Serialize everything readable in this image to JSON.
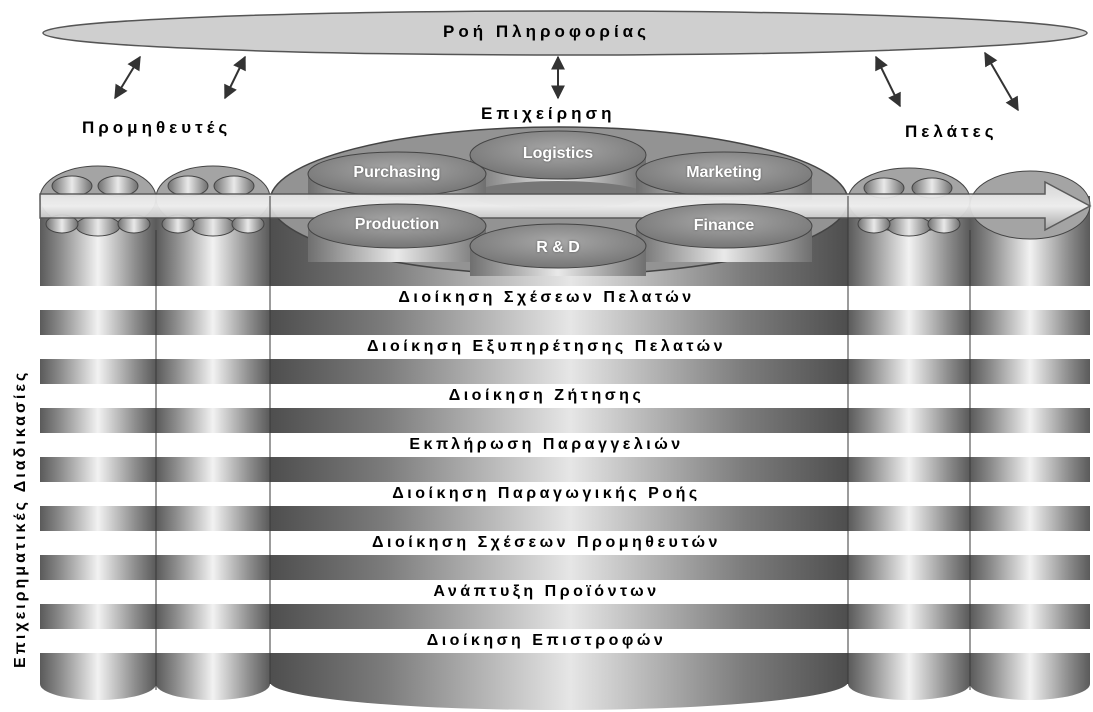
{
  "top_label": "Ροή Πληροφορίας",
  "left_label": "Προμηθευτές",
  "center_label": "Επιχείρηση",
  "right_label": "Πελάτες",
  "side_label": "Επιχειρηματικές Διαδικασίες",
  "functions": {
    "logistics": "Logistics",
    "purchasing": "Purchasing",
    "marketing": "Marketing",
    "production": "Production",
    "finance": "Finance",
    "rd": "R & D"
  },
  "processes": [
    "Διοίκηση Σχέσεων Πελατών",
    "Διοίκηση Εξυπηρέτησης Πελατών",
    "Διοίκηση Ζήτησης",
    "Εκπλήρωση Παραγγελιών",
    "Διοίκηση Παραγωγικής Ροής",
    "Διοίκηση Σχέσεων Προμηθευτών",
    "Ανάπτυξη Προϊόντων",
    "Διοίκηση Επιστροφών"
  ]
}
